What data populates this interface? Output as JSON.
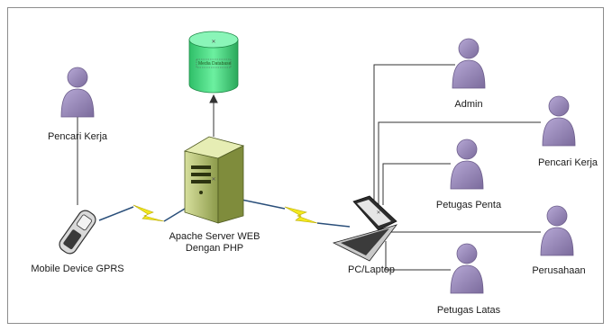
{
  "diagram": {
    "database": {
      "label": "Media Database",
      "icon": "database-cylinder-icon",
      "color": "#3cd67a"
    },
    "server": {
      "label_line1": "Apache Server WEB",
      "label_line2": "Dengan PHP",
      "icon": "server-tower-icon"
    },
    "mobile": {
      "label": "Mobile Device GPRS",
      "icon": "mobile-phone-icon"
    },
    "laptop": {
      "label": "PC/Laptop",
      "icon": "laptop-icon"
    },
    "actors": {
      "pencari_kerja_left": "Pencari Kerja",
      "admin": "Admin",
      "pencari_kerja_right": "Pencari Kerja",
      "petugas_penta": "Petugas Penta",
      "perusahaan": "Perusahaan",
      "petugas_latas": "Petugas Latas"
    },
    "colors": {
      "actor": "#9e8fbd",
      "actor_dark": "#6d5e8c",
      "lightning": "#f2e81e",
      "server": "#b9c47a"
    }
  }
}
